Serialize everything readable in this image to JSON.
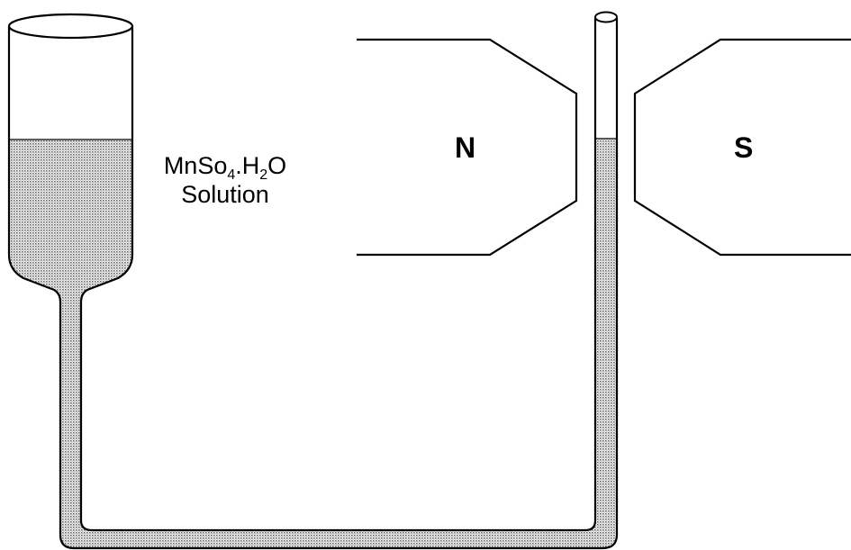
{
  "diagram": {
    "solution": {
      "formula_part1": "MnSo",
      "formula_sub1": "4",
      "formula_part2": ".H",
      "formula_sub2": "2",
      "formula_part3": "O",
      "caption": "Solution"
    },
    "north_pole_label": "N",
    "south_pole_label": "S",
    "colors": {
      "stroke": "#000000",
      "solution_fill": "#c8c8c8",
      "background": "#ffffff"
    }
  }
}
